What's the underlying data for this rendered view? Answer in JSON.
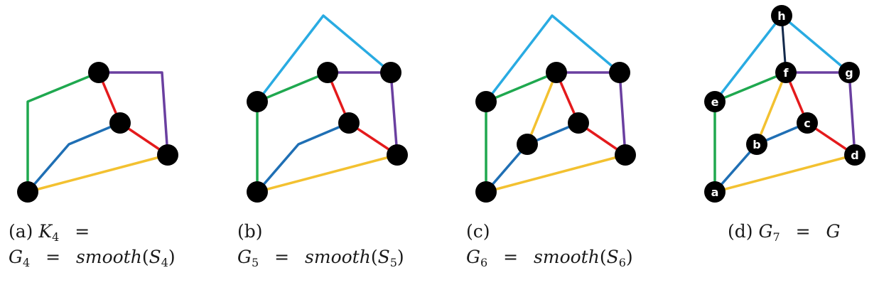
{
  "colors": {
    "green": "#1fa84f",
    "purple": "#6a3fa0",
    "red": "#e41a1c",
    "blue": "#1f6fb4",
    "yellow": "#f3c130",
    "cyan": "#29abe2",
    "navy": "#13294b",
    "node": "#000000"
  },
  "captions": {
    "a": {
      "tag": "(a)",
      "line1_sym": "K",
      "line1_sub": "4",
      "line1_op": "=",
      "line2_sym": "G",
      "line2_sub": "4",
      "line2_op": "=",
      "line2_fn": "smooth",
      "line2_arg_open": "(",
      "line2_arg_sym": "S",
      "line2_arg_sub": "4",
      "line2_arg_close": ")"
    },
    "b": {
      "tag": "(b)",
      "line2_sym": "G",
      "line2_sub": "5",
      "line2_op": "=",
      "line2_fn": "smooth",
      "line2_arg_open": "(",
      "line2_arg_sym": "S",
      "line2_arg_sub": "5",
      "line2_arg_close": ")"
    },
    "c": {
      "tag": "(c)",
      "line2_sym": "G",
      "line2_sub": "6",
      "line2_op": "=",
      "line2_fn": "smooth",
      "line2_arg_open": "(",
      "line2_arg_sym": "S",
      "line2_arg_sub": "6",
      "line2_arg_close": ")"
    },
    "d": {
      "tag": "(d)",
      "line1_sym": "G",
      "line1_sub": "7",
      "line1_op": "=",
      "line1_rhs": "G"
    }
  },
  "panel_d_node_labels": {
    "a": "a",
    "b": "b",
    "c": "c",
    "d": "d",
    "e": "e",
    "f": "f",
    "g": "g",
    "h": "h"
  }
}
